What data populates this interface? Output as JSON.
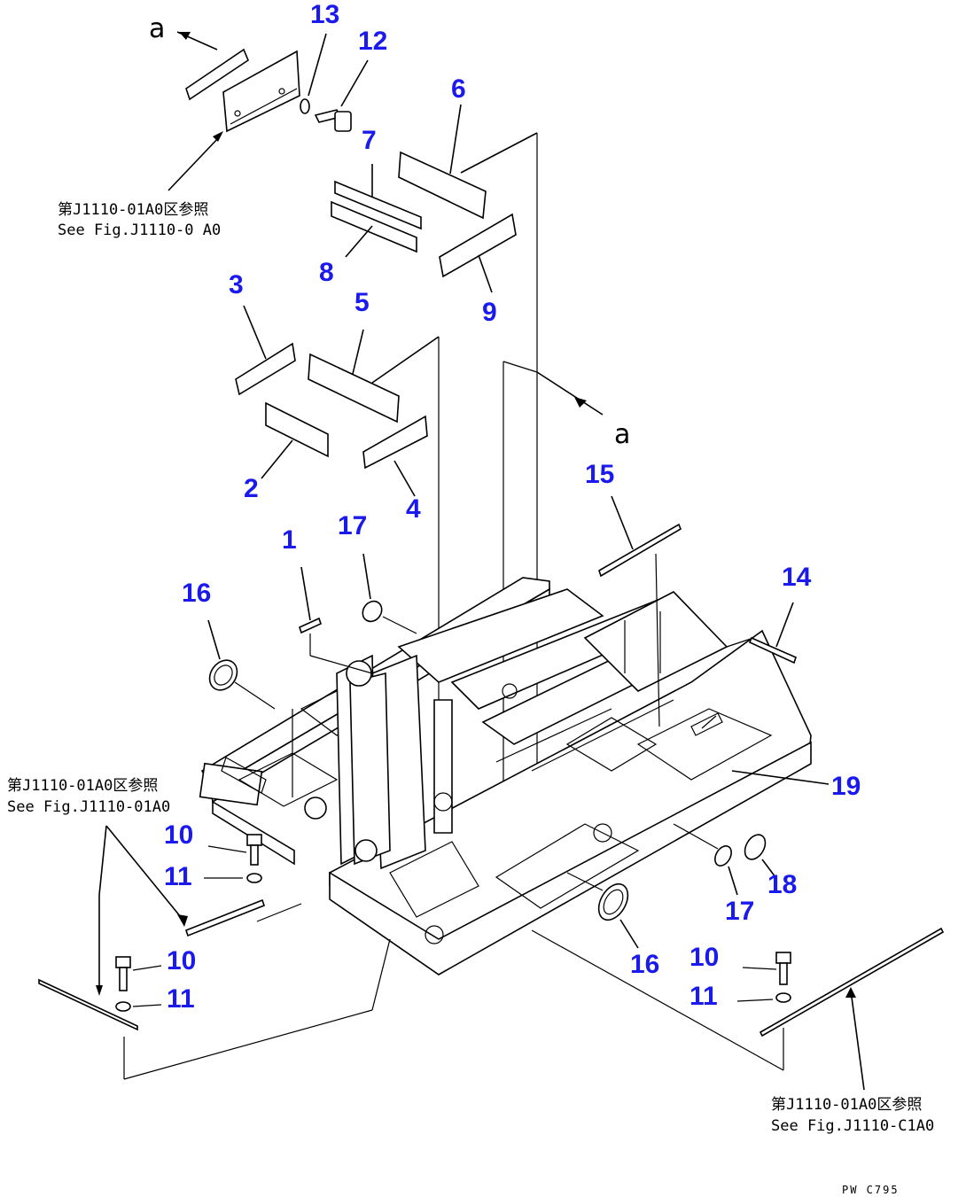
{
  "callouts": [
    "1",
    "2",
    "3",
    "4",
    "5",
    "6",
    "7",
    "8",
    "9",
    "10",
    "11",
    "12",
    "13",
    "14",
    "15",
    "16",
    "17",
    "18",
    "19"
  ],
  "view_marker": "a",
  "reference_ja": "第J1110-01A0区参照",
  "reference_en_top": "See Fig.J1110-0 A0",
  "reference_en_left": "See Fig.J1110-01A0",
  "reference_en_right": "See Fig.J1110-C1A0",
  "drawing_code": "PW C795"
}
